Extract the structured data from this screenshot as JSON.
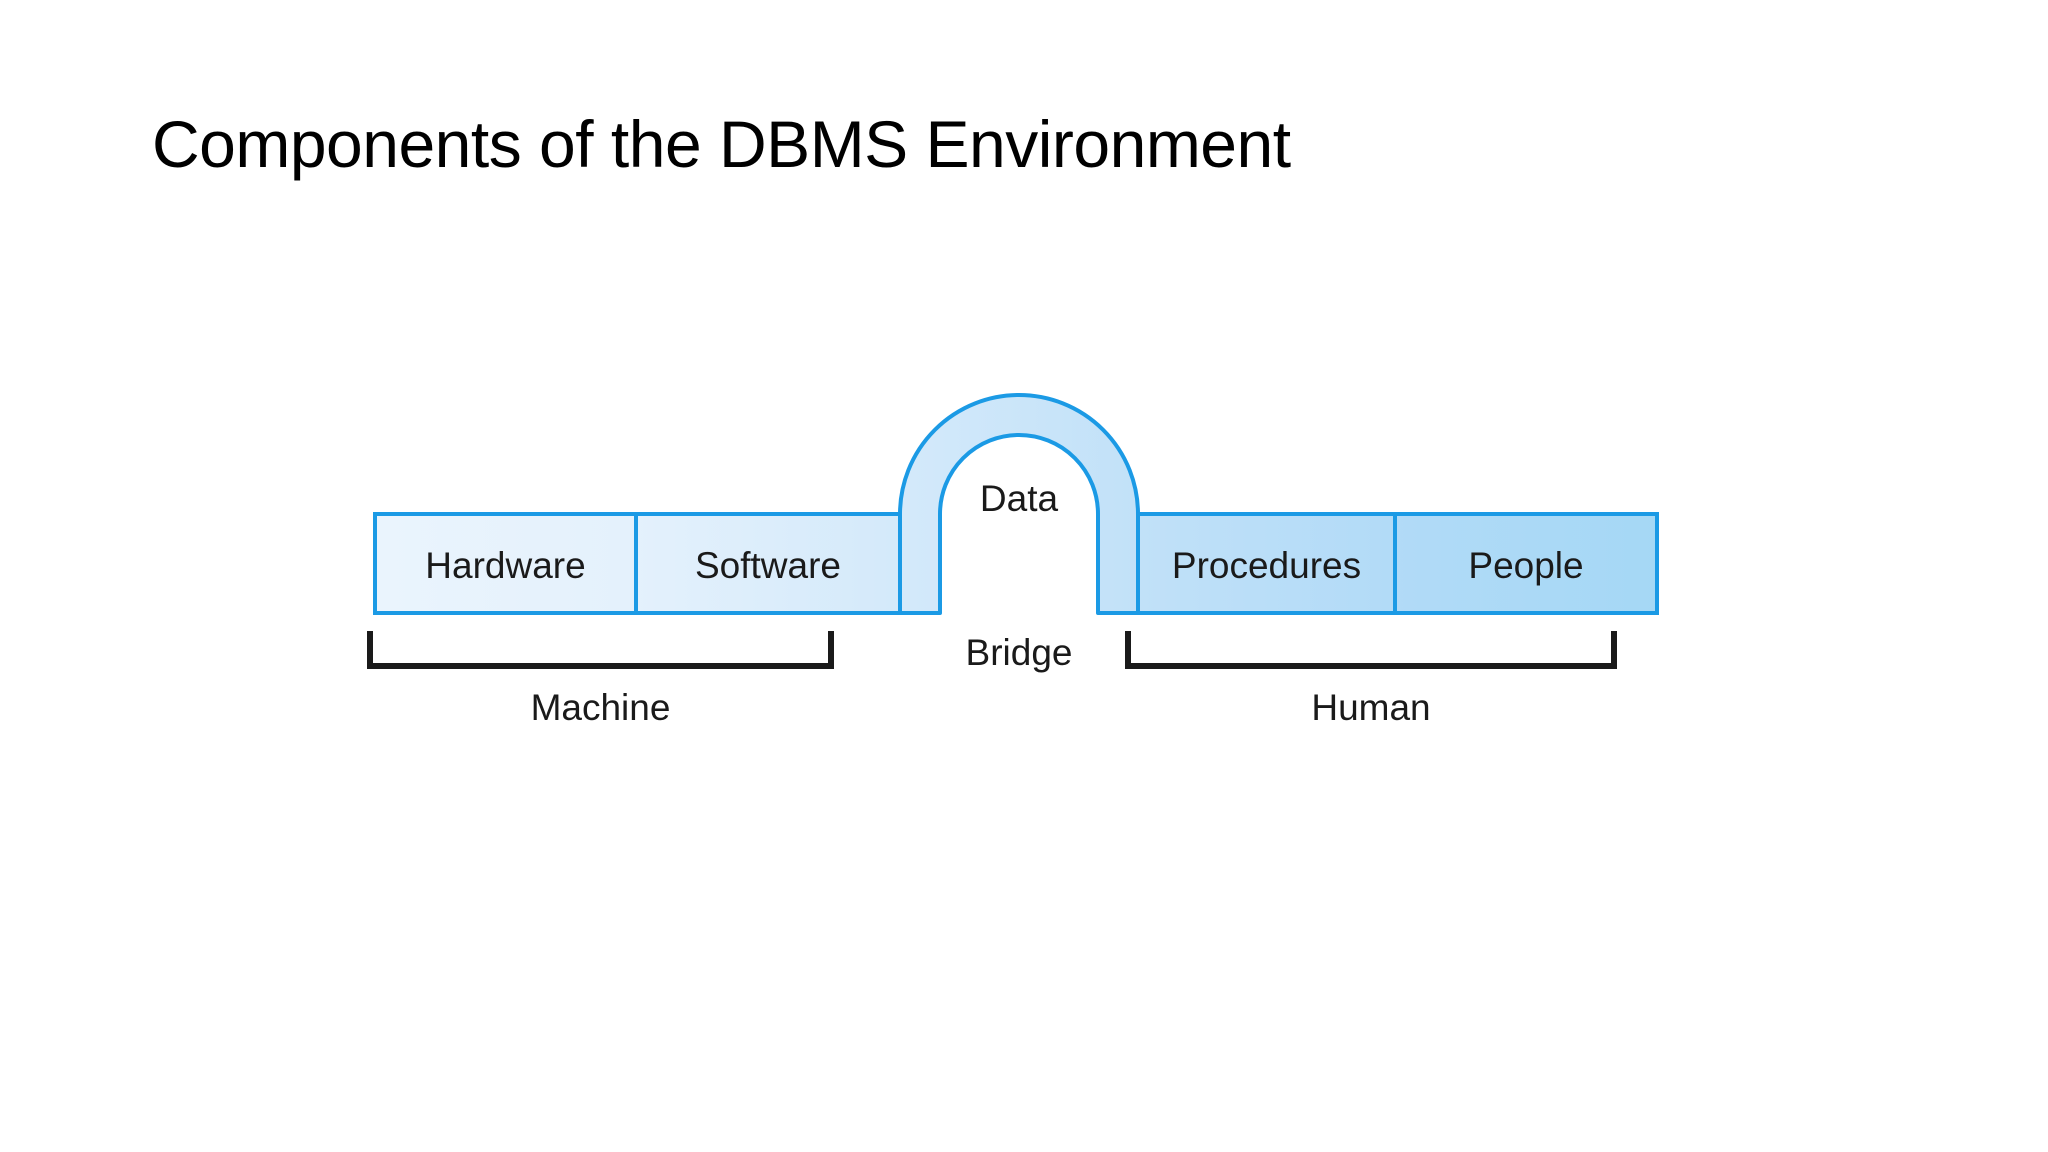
{
  "slide": {
    "title": "Components of the DBMS Environment",
    "background_color": "#ffffff"
  },
  "diagram": {
    "name": "dbms-environment-bridge-diagram",
    "stroke_color": "#1b9ae5",
    "fill_gradient_start": "#eaf4fd",
    "fill_gradient_end": "#a5d8f5",
    "bracket_color": "#1a1a1a",
    "segments": [
      {
        "id": "hardware",
        "label": "Hardware",
        "side": "machine"
      },
      {
        "id": "software",
        "label": "Software",
        "side": "machine"
      },
      {
        "id": "data",
        "label": "Data",
        "side": "bridge"
      },
      {
        "id": "procedures",
        "label": "Procedures",
        "side": "human"
      },
      {
        "id": "people",
        "label": "People",
        "side": "human"
      }
    ],
    "groups": [
      {
        "id": "machine",
        "label": "Machine"
      },
      {
        "id": "bridge",
        "label": "Bridge"
      },
      {
        "id": "human",
        "label": "Human"
      }
    ]
  }
}
